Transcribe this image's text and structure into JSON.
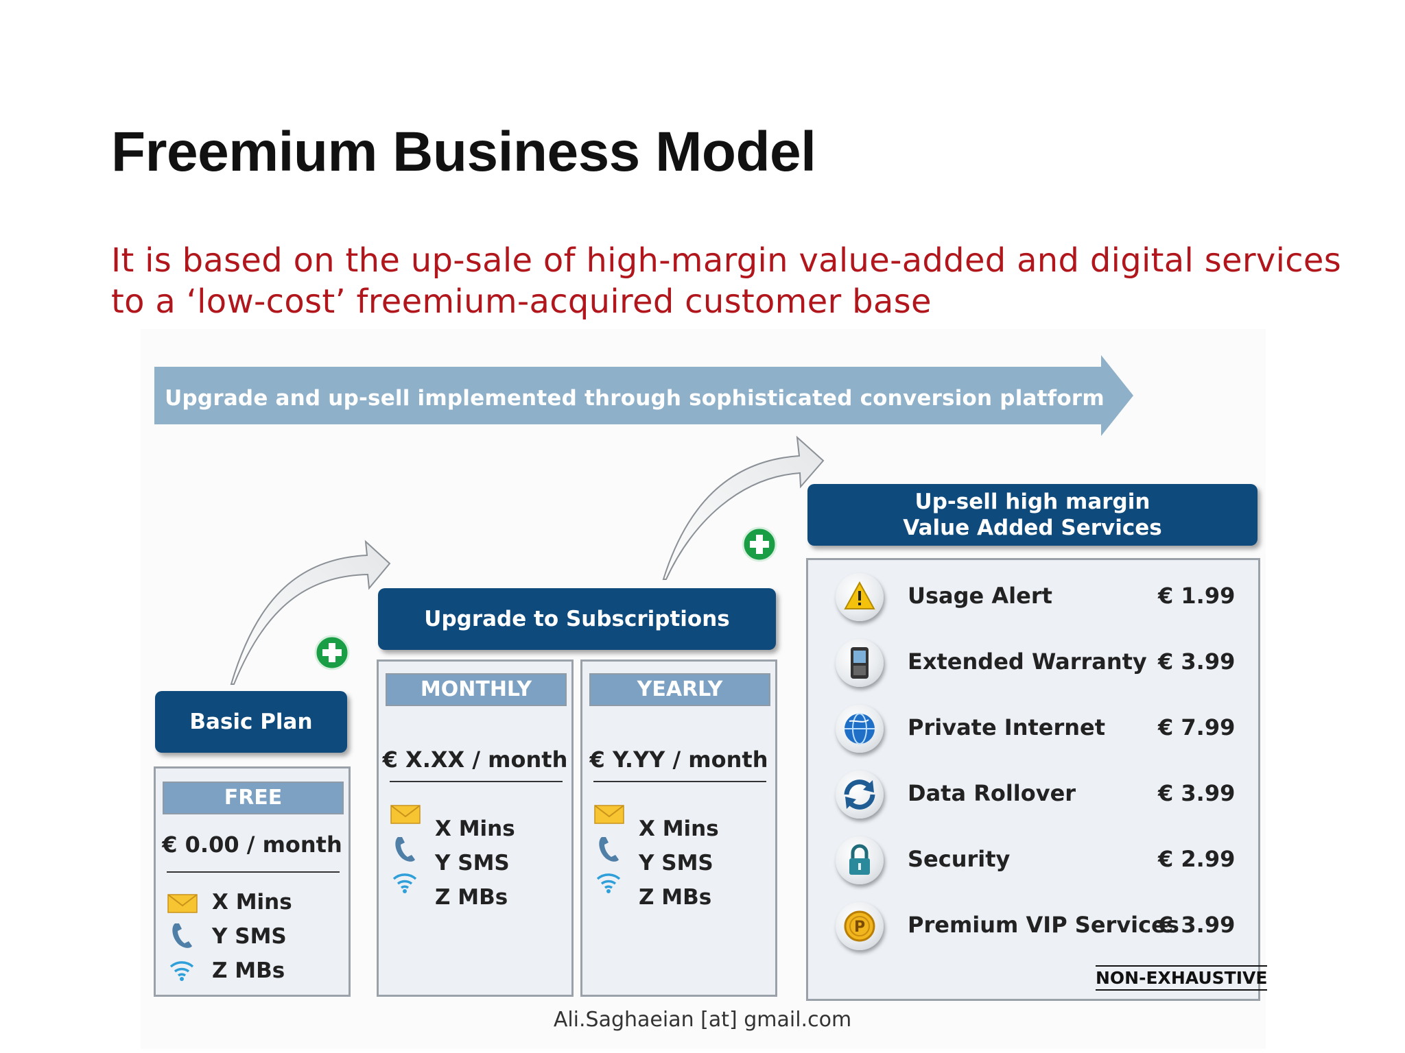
{
  "slide": {
    "title": "Freemium Business Model",
    "subtitle_line1": "It is based on the up-sale of high-margin value-added and digital services",
    "subtitle_line2": "to a ‘low-cost’ freemium-acquired customer base",
    "footer": "Ali.Saghaeian [at] gmail.com"
  },
  "diagram": {
    "banner_text": "Upgrade and up-sell implemented through sophisticated conversion platform",
    "basic": {
      "header": "Basic Plan",
      "tier": "FREE",
      "price": "€ 0.00 / month",
      "features": [
        "X Mins",
        "Y SMS",
        "Z MBs"
      ]
    },
    "subscriptions": {
      "header": "Upgrade to Subscriptions",
      "monthly": {
        "tier": "MONTHLY",
        "price": "€ X.XX / month",
        "features": [
          "X Mins",
          "Y SMS",
          "Z MBs"
        ]
      },
      "yearly": {
        "tier": "YEARLY",
        "price": "€ Y.YY / month",
        "features": [
          "X Mins",
          "Y SMS",
          "Z MBs"
        ]
      }
    },
    "vas": {
      "header_line1": "Up-sell high margin",
      "header_line2": "Value Added Services",
      "items": [
        {
          "name": "Usage Alert",
          "price": "€ 1.99",
          "icon": "warning-icon"
        },
        {
          "name": "Extended Warranty",
          "price": "€ 3.99",
          "icon": "phone-icon"
        },
        {
          "name": "Private Internet",
          "price": "€ 7.99",
          "icon": "globe-icon"
        },
        {
          "name": "Data Rollover",
          "price": "€ 3.99",
          "icon": "refresh-icon"
        },
        {
          "name": "Security",
          "price": "€ 2.99",
          "icon": "lock-icon"
        },
        {
          "name": "Premium VIP Services",
          "price": "€ 3.99",
          "icon": "coin-icon"
        }
      ],
      "note": "NON-EXHAUSTIVE"
    },
    "colors": {
      "header_blue": "#0f4a7c",
      "tier_blue": "#7da1c2",
      "banner": "#8fb0c9",
      "plus_green": "#1a9e45",
      "subtitle_red": "#b0161b"
    }
  }
}
